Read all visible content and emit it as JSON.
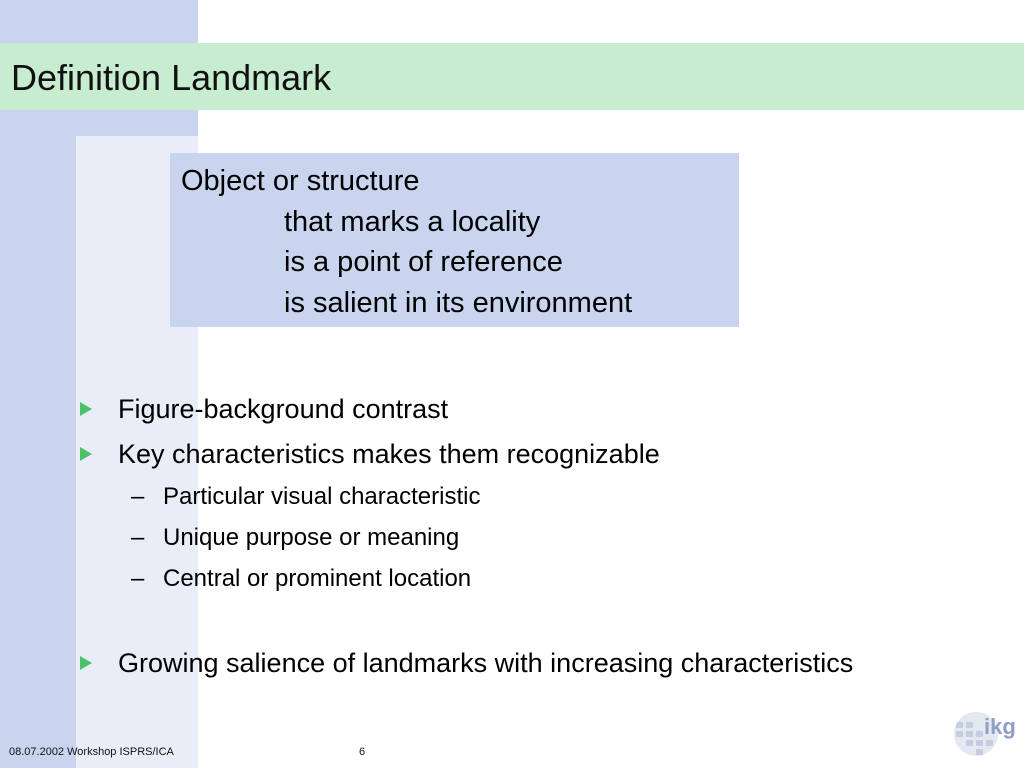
{
  "slide": {
    "title": "Definition Landmark",
    "definition": {
      "lines": [
        "Object or structure",
        "that marks a locality",
        "is a point of reference",
        "is salient in its environment"
      ]
    },
    "bullets": [
      "Figure-background contrast",
      "Key characteristics makes them recognizable",
      "Growing salience of landmarks with increasing characteristics"
    ],
    "sub_bullets": [
      "Particular visual characteristic",
      "Unique purpose or meaning",
      "Central or prominent location"
    ],
    "sub_bullet_marker": "–"
  },
  "footer": {
    "left": "08.07.2002 Workshop ISPRS/ICA",
    "page_number": "6"
  },
  "logo": {
    "text": "ikg"
  },
  "colors": {
    "sidebar": "#c9d5ee",
    "title_bar": "#c8ecd0",
    "definition_box": "#c9d5ee",
    "bullet_arrow": "#4fc06a"
  }
}
